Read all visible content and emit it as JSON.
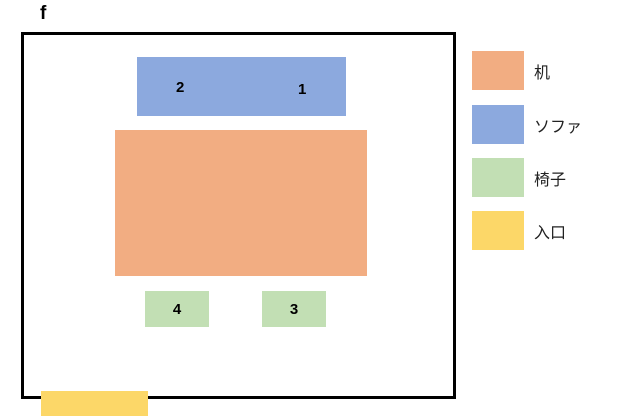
{
  "title": "f",
  "colors": {
    "desk": "#f2ad82",
    "sofa": "#8ca9de",
    "chair": "#c2dfb4",
    "entrance": "#fcd768",
    "outline": "#000000",
    "background": "#ffffff",
    "label_text": "#000000"
  },
  "room": {
    "name": "room-outline"
  },
  "furniture": {
    "sofa": {
      "type": "sofa",
      "labels": [
        "2",
        "1"
      ]
    },
    "desk": {
      "type": "desk",
      "labels": []
    },
    "chairs": [
      {
        "type": "chair",
        "label": "4"
      },
      {
        "type": "chair",
        "label": "3"
      }
    ],
    "entrance": {
      "type": "entrance",
      "label": ""
    }
  },
  "legend": {
    "items": [
      {
        "label": "机",
        "color": "#f2ad82",
        "swatch_name": "legend-swatch-desk"
      },
      {
        "label": "ソファ",
        "color": "#8ca9de",
        "swatch_name": "legend-swatch-sofa"
      },
      {
        "label": "椅子",
        "color": "#c2dfb4",
        "swatch_name": "legend-swatch-chair"
      },
      {
        "label": "入口",
        "color": "#fcd768",
        "swatch_name": "legend-swatch-entrance"
      }
    ]
  }
}
